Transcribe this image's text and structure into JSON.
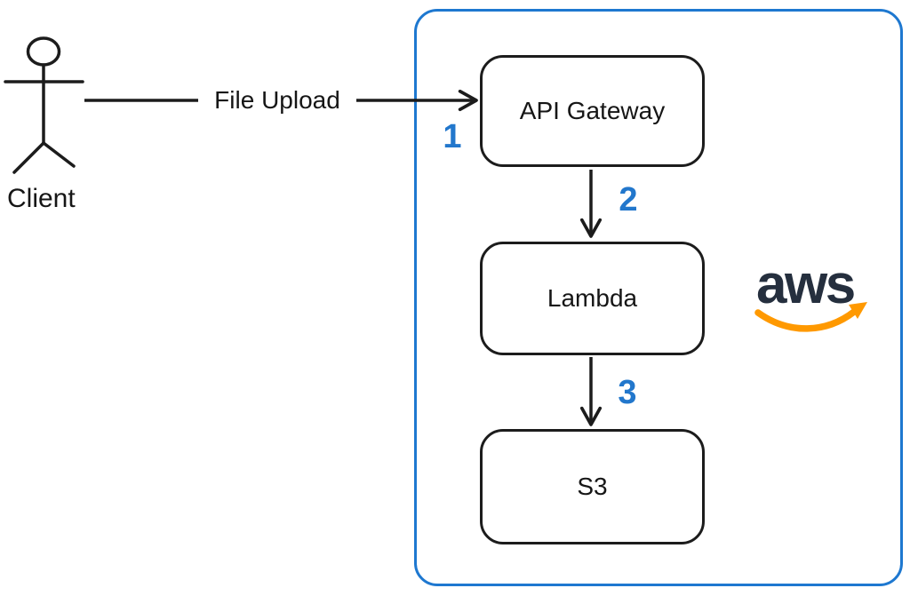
{
  "diagram": {
    "actor": {
      "label": "Client"
    },
    "nodes": [
      {
        "id": "api-gateway",
        "label": "API Gateway"
      },
      {
        "id": "lambda",
        "label": "Lambda"
      },
      {
        "id": "s3",
        "label": "S3"
      }
    ],
    "edges": [
      {
        "from": "Client",
        "to": "API Gateway",
        "label": "File Upload",
        "step": "1"
      },
      {
        "from": "API Gateway",
        "to": "Lambda",
        "step": "2"
      },
      {
        "from": "Lambda",
        "to": "S3",
        "step": "3"
      }
    ],
    "container": {
      "name": "aws-cloud-boundary"
    },
    "aws_logo": {
      "text": "aws"
    },
    "colors": {
      "container_border_blue": "#1e78d0",
      "step_number_blue": "#2277cc",
      "stroke_black": "#1c1c1c",
      "aws_navy": "#252F3E",
      "aws_orange": "#FF9900",
      "background": "#ffffff"
    }
  }
}
